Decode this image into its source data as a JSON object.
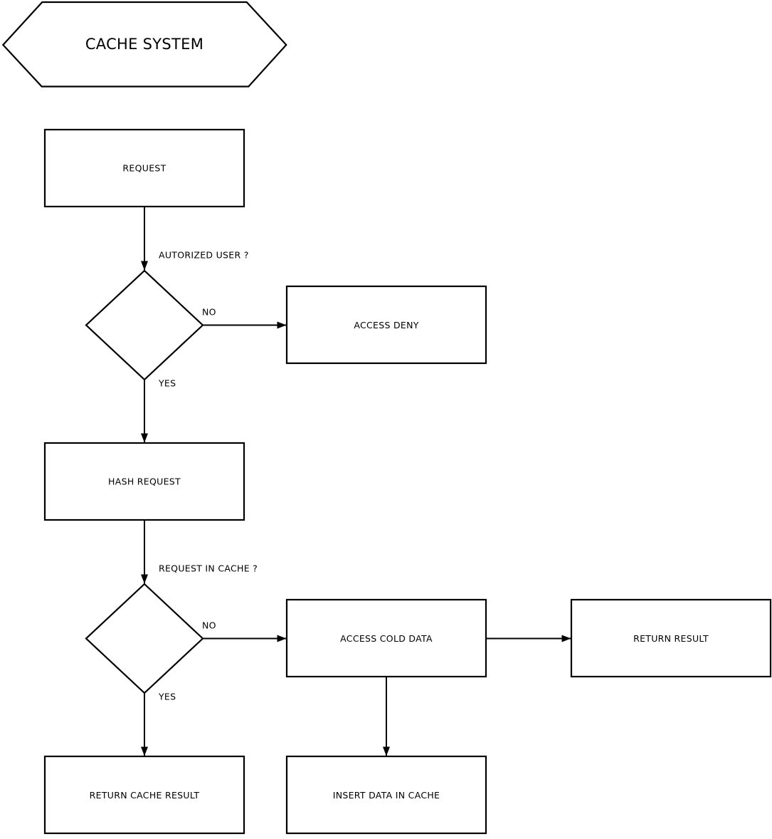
{
  "title": "CACHE SYSTEM",
  "colors": {
    "stroke": "#000000",
    "fill": "#ffffff",
    "text": "#000000"
  },
  "nodes": {
    "request": {
      "label": "REQUEST",
      "shape": "rectangle"
    },
    "access_deny": {
      "label": "ACCESS DENY",
      "shape": "rectangle"
    },
    "hash_request": {
      "label": "HASH REQUEST",
      "shape": "rectangle"
    },
    "access_cold_data": {
      "label": "ACCESS COLD DATA",
      "shape": "rectangle"
    },
    "return_result": {
      "label": "RETURN RESULT",
      "shape": "rectangle"
    },
    "return_cache_result": {
      "label": "RETURN CACHE RESULT",
      "shape": "rectangle"
    },
    "insert_data_in_cache": {
      "label": "INSERT DATA IN CACHE",
      "shape": "rectangle"
    }
  },
  "decisions": {
    "authorized_user": {
      "question": "AUTORIZED USER ?",
      "no_label": "NO",
      "yes_label": "YES"
    },
    "request_in_cache": {
      "question": "REQUEST IN CACHE ?",
      "no_label": "NO",
      "yes_label": "YES"
    }
  },
  "edges": [
    {
      "from": "request",
      "to": "authorized_user-decision"
    },
    {
      "from": "authorized_user-decision",
      "to": "access_deny",
      "label": "NO"
    },
    {
      "from": "authorized_user-decision",
      "to": "hash_request",
      "label": "YES"
    },
    {
      "from": "hash_request",
      "to": "request_in_cache-decision"
    },
    {
      "from": "request_in_cache-decision",
      "to": "access_cold_data",
      "label": "NO"
    },
    {
      "from": "request_in_cache-decision",
      "to": "return_cache_result",
      "label": "YES"
    },
    {
      "from": "access_cold_data",
      "to": "return_result"
    },
    {
      "from": "access_cold_data",
      "to": "insert_data_in_cache"
    }
  ]
}
